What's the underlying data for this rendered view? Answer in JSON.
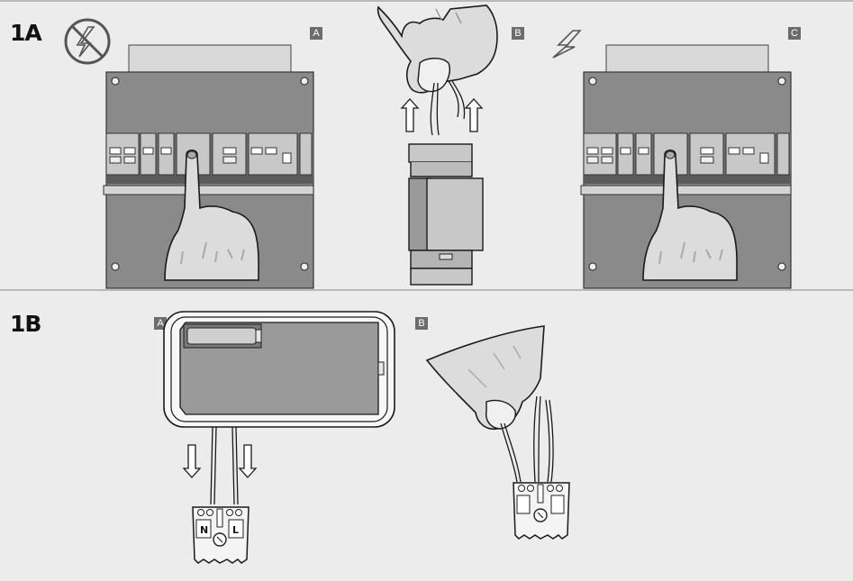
{
  "section_1a": {
    "label": "1A",
    "panels": [
      {
        "badge": "A",
        "icon": "no-power-icon"
      },
      {
        "badge": "B",
        "icon": "arrow-up-icon"
      },
      {
        "badge": "C",
        "icon": "power-icon"
      }
    ]
  },
  "section_1b": {
    "label": "1B",
    "panels": [
      {
        "badge": "A",
        "icon": "arrow-down-icon"
      },
      {
        "badge": "B"
      }
    ],
    "terminal_labels": [
      "N",
      "L"
    ]
  },
  "colors": {
    "background": "#ececec",
    "panel": "#8a8a8a",
    "breaker": "#c8c8c8",
    "badge": "#6c6c6c",
    "outline": "#1a1a1a",
    "skin": "#dcdcdc"
  }
}
